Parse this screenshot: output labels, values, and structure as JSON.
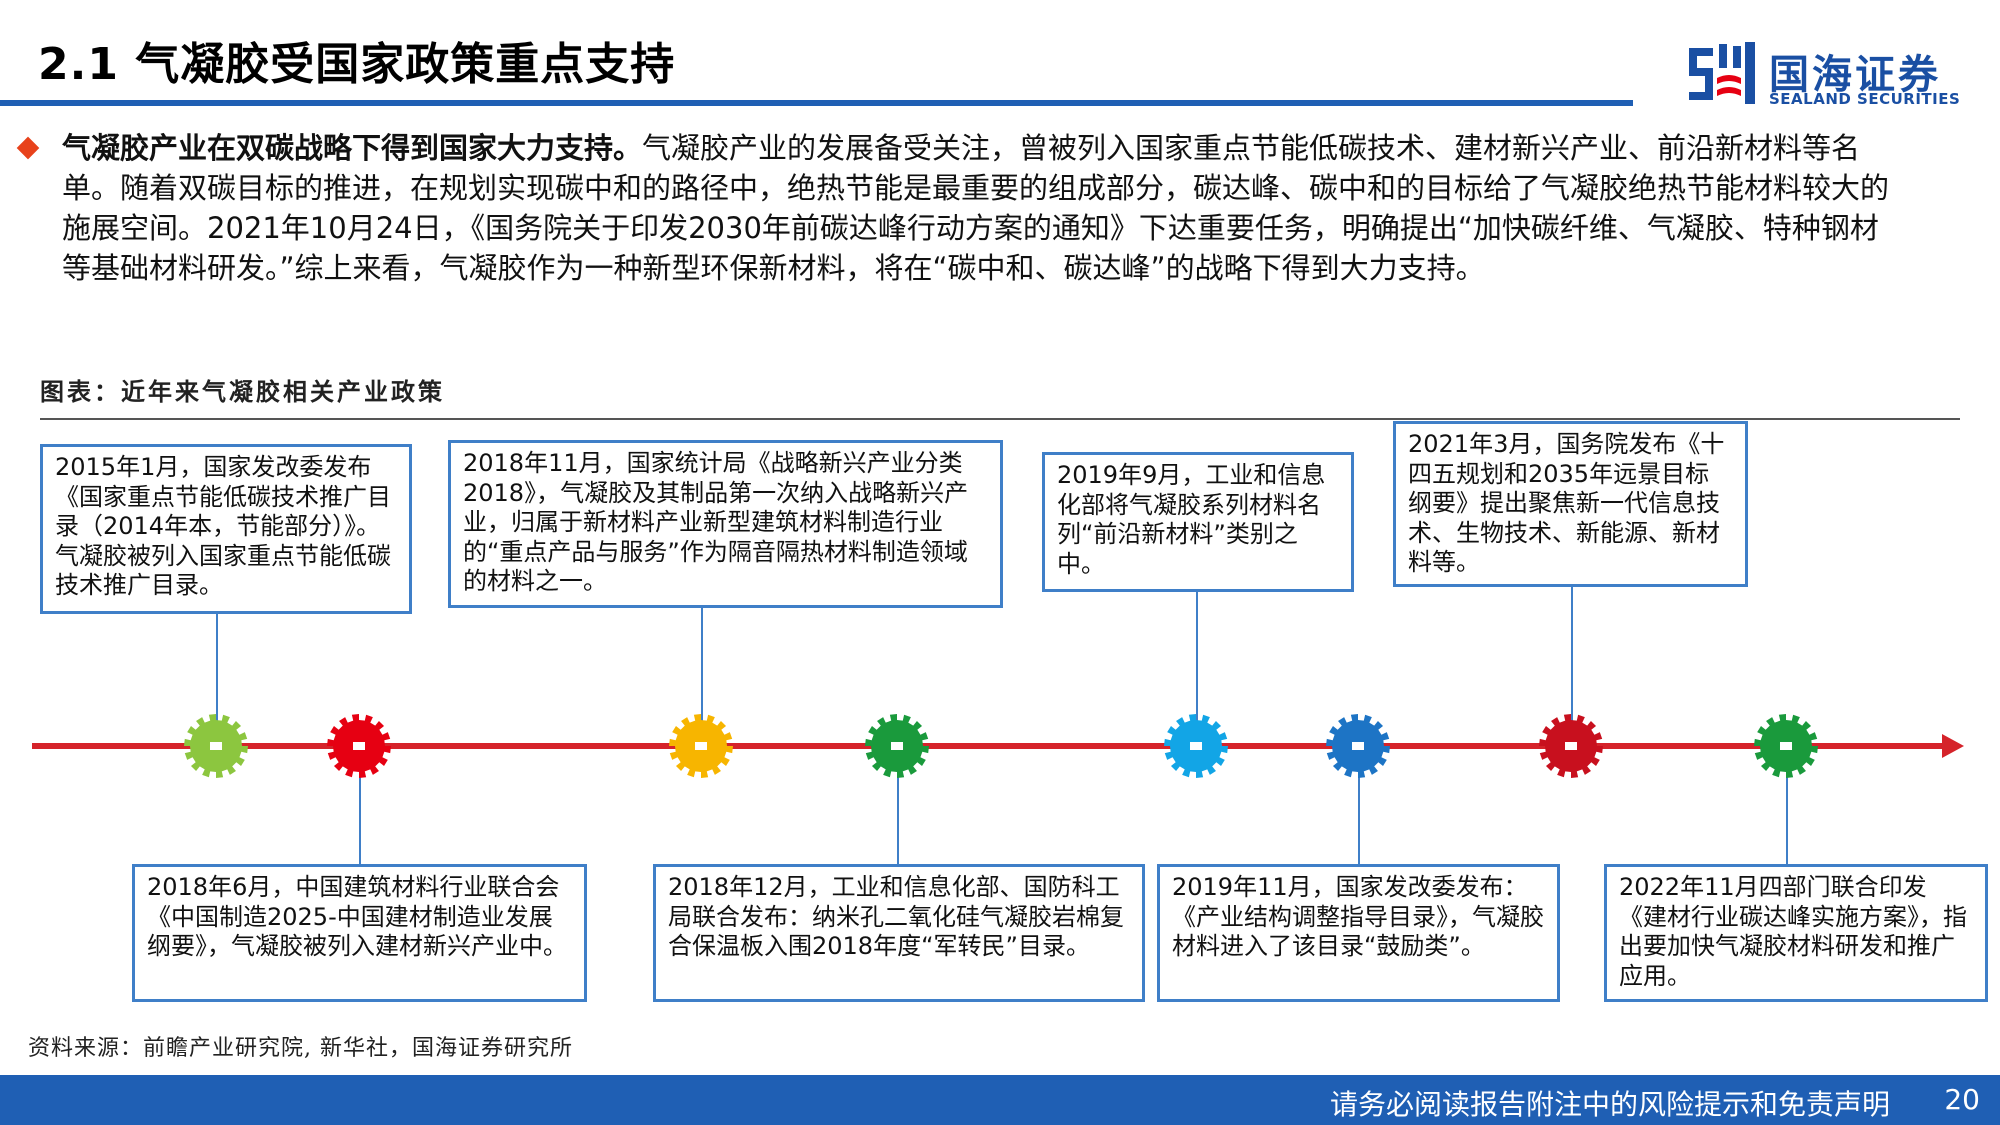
{
  "header": {
    "title": "2.1 气凝胶受国家政策重点支持",
    "logo_cn": "国海证券",
    "logo_en": "SEALAND SECURITIES"
  },
  "intro": {
    "lead": "气凝胶产业在双碳战略下得到国家大力支持。",
    "body": "气凝胶产业的发展备受关注，曾被列入国家重点节能低碳技术、建材新兴产业、前沿新材料等名单。随着双碳目标的推进，在规划实现碳中和的路径中，绝热节能是最重要的组成部分，碳达峰、碳中和的目标给了气凝胶绝热节能材料较大的施展空间。2021年10月24日，《国务院关于印发2030年前碳达峰行动方案的通知》下达重要任务，明确提出“加快碳纤维、气凝胶、特种钢材等基础材料研发。”综上来看，气凝胶作为一种新型环保新材料，将在“碳中和、碳达峰”的战略下得到大力支持。"
  },
  "figure": {
    "label": "图表：近年来气凝胶相关产业政策",
    "source": "资料来源：前瞻产业研究院, 新华社，国海证券研究所"
  },
  "timeline": {
    "top": [
      {
        "text": "2015年1月，国家发改委发布《国家重点节能低碳技术推广目录（2014年本，节能部分）》。气凝胶被列入国家重点节能低碳技术推广目录。"
      },
      {
        "text": "2018年11月，国家统计局《战略新兴产业分类2018》，气凝胶及其制品第一次纳入战略新兴产业，归属于新材料产业新型建筑材料制造行业的“重点产品与服务”作为隔音隔热材料制造领域的材料之一。"
      },
      {
        "text": "2019年9月，工业和信息化部将气凝胶系列材料名列“前沿新材料”类别之中。"
      },
      {
        "text": "2021年3月，国务院发布《十四五规划和2035年远景目标纲要》提出聚焦新一代信息技术、生物技术、新能源、新材料等。"
      }
    ],
    "bottom": [
      {
        "text": "2018年6月，中国建筑材料行业联合会《中国制造2025-中国建材制造业发展纲要》，气凝胶被列入建材新兴产业中。"
      },
      {
        "text": "2018年12月，工业和信息化部、国防科工局联合发布：纳米孔二氧化硅气凝胶岩棉复合保温板入围2018年度“军转民”目录。"
      },
      {
        "text": "2019年11月，国家发改委发布：《产业结构调整指导目录》，气凝胶材料进入了该目录“鼓励类”。"
      },
      {
        "text": "2022年11月四部门联合印发《建材行业碳达峰实施方案》，指出要加快气凝胶材料研发和推广应用。"
      }
    ],
    "gear_colors": [
      "#8cc63f",
      "#e60012",
      "#f7b500",
      "#1a9a3c",
      "#12a5e6",
      "#1d74c5",
      "#c8101e",
      "#1a9a3c"
    ]
  },
  "footer": {
    "notice": "请务必阅读报告附注中的风险提示和免责声明",
    "page": "20"
  }
}
